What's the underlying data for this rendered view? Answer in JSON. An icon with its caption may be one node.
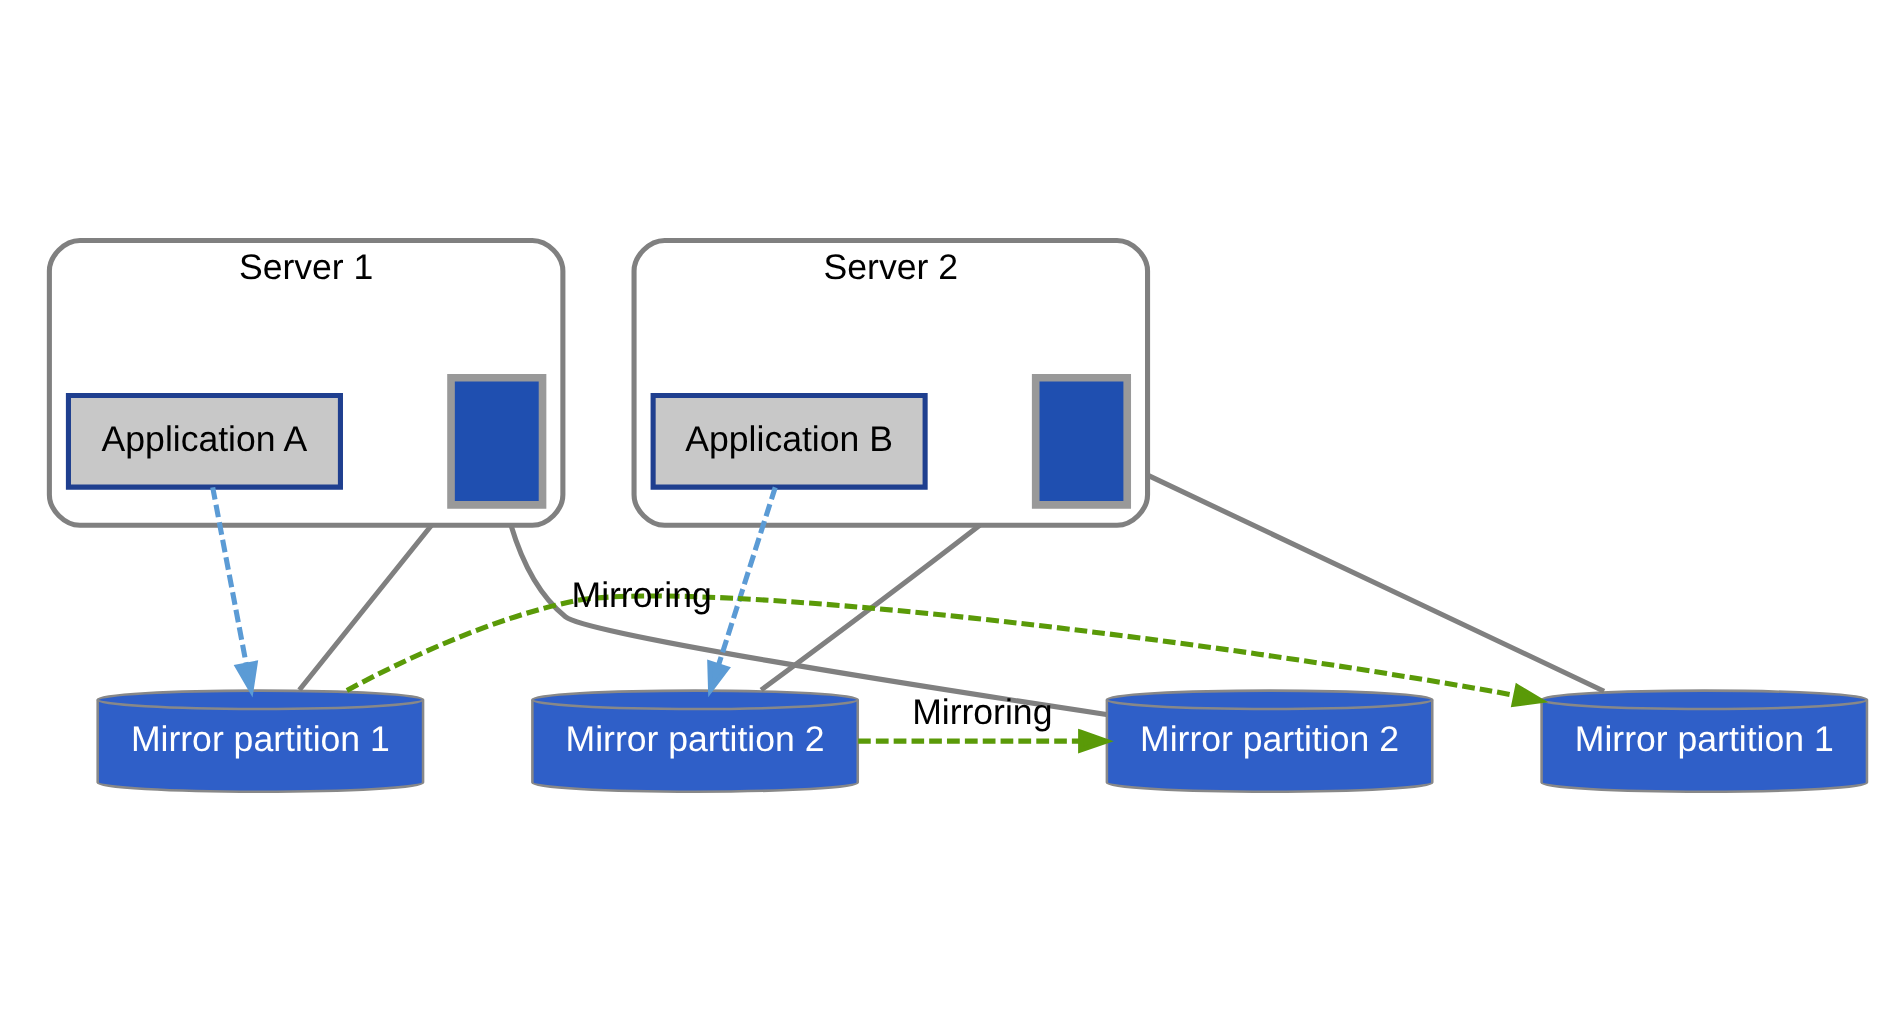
{
  "diagram": {
    "nodes": [
      {
        "text": [
          "Server 1"
        ]
      },
      {
        "text": [],
        "shape": "box",
        "in": 0
      },
      {
        "text": [
          "Application A"
        ],
        "in": 0
      },
      {
        "text": [
          "Server 2"
        ]
      },
      {
        "text": [],
        "shape": "box",
        "in": 3
      },
      {
        "text": [
          "Application B"
        ],
        "in": 3
      },
      {
        "text": [
          "Mirror partition 1"
        ]
      },
      {
        "text": [
          "Mirror partition 2"
        ]
      },
      {
        "text": [
          "Mirror partition 1"
        ]
      },
      {
        "text": [
          "Mirror partition 2"
        ]
      }
    ],
    "edges": [
      {
        "from": 0,
        "to": 6,
        "arrow": "none"
      },
      {
        "from": 0,
        "to": 7,
        "arrow": "none"
      },
      {
        "from": 3,
        "to": 8,
        "arrow": "none"
      },
      {
        "from": 3,
        "to": 9,
        "arrow": "none"
      },
      {
        "from": 2,
        "to": 6,
        "arrow": "to",
        "style": "dashed",
        "color": "#5b9bd5"
      },
      {
        "from": 5,
        "to": 9,
        "arrow": "to",
        "style": "dashed",
        "color": "#5b9bd5"
      },
      {
        "from": 6,
        "to": 8,
        "arrow": "to",
        "label": "Mirroring",
        "style": "dashed",
        "color": "#5a9a08"
      },
      {
        "from": 9,
        "to": 7,
        "arrow": "to",
        "label": "Mirroring",
        "style": "dashed",
        "color": "#5a9a08"
      }
    ]
  }
}
